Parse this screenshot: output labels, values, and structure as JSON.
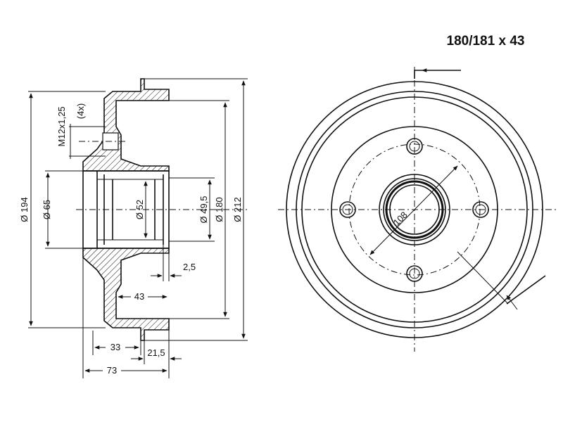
{
  "title": "180/181 x 43",
  "section_view": {
    "thread_label": "M12x1,25",
    "thread_count": "(4x)",
    "dim_outer_rim": "Ø 194",
    "dim_hub_bore": "Ø 65",
    "dim_center_bore": "Ø 52",
    "dim_inner_step": "Ø 49,5",
    "dim_braking_surface": "Ø 180",
    "dim_outer_diameter": "Ø 212",
    "dim_step": "2,5",
    "dim_drum_depth": "43",
    "dim_flange_offset": "33",
    "dim_lip": "21,5",
    "dim_total_height": "73"
  },
  "front_view": {
    "pcd_label": "108",
    "bolt_hole_count": 4
  }
}
